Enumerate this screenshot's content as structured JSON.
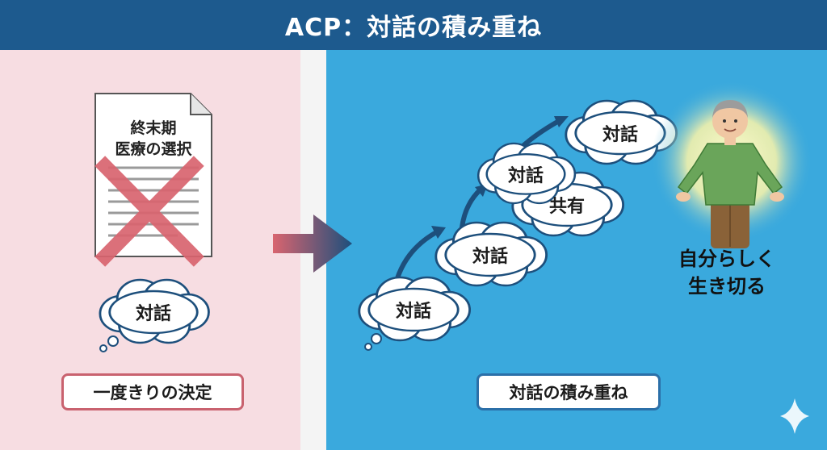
{
  "title": "ACP：対話の積み重ね",
  "left": {
    "document_lines": [
      "終末期",
      "医療の選択"
    ],
    "cloud_label": "対話",
    "box_label": "一度きりの決定"
  },
  "right": {
    "clouds": [
      "対話",
      "対話",
      "対話",
      "共有",
      "対話"
    ],
    "slogan_lines": [
      "自分らしく",
      "生き切る"
    ],
    "box_label": "対話の積み重ね"
  },
  "colors": {
    "title_bg": "#1d5a8e",
    "left_bg": "#f7dde2",
    "right_bg": "#3aa9dd",
    "cross": "#d9646f",
    "left_box_border": "#c9626f",
    "right_box_border": "#2b6fa8",
    "arrow_dark": "#1d4f7c"
  },
  "icons": [
    "document-icon",
    "cross-mark-icon",
    "thought-cloud-icon",
    "transition-arrow-icon",
    "growth-arrow-icon",
    "person-icon",
    "sparkle-icon"
  ]
}
